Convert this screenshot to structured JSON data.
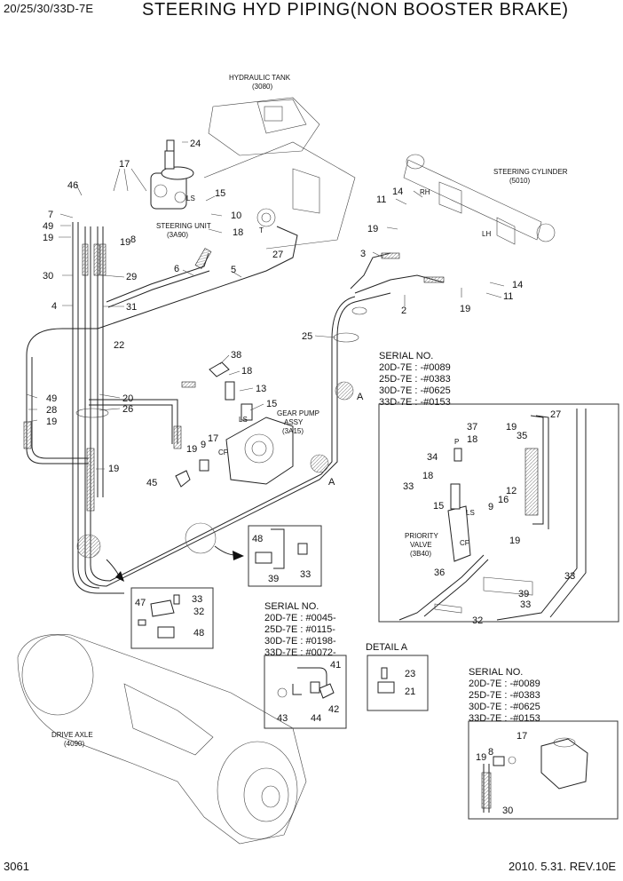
{
  "header": {
    "model": "20/25/30/33D-7E",
    "title": "STEERING HYD PIPING(NON BOOSTER BRAKE)"
  },
  "footer": {
    "page": "3061",
    "revision": "2010. 5.31.  REV.10E"
  },
  "components": {
    "hydraulic_tank": "HYDRAULIC TANK",
    "hydraulic_tank_ref": "(3080)",
    "steering_cylinder": "STEERING CYLINDER",
    "steering_cylinder_ref": "(5010)",
    "steering_unit": "STEERING UNIT",
    "steering_unit_ref": "(3A90)",
    "gear_pump_1": "GEAR PUMP",
    "gear_pump_2": "ASSY",
    "gear_pump_ref": "(3A15)",
    "priority_valve_1": "PRIORITY",
    "priority_valve_2": "VALVE",
    "priority_valve_ref": "(3B40)",
    "drive_axle": "DRIVE AXLE",
    "drive_axle_ref": "(4090)",
    "detail_a": "DETAIL A",
    "view_a1": "A",
    "view_a2": "A"
  },
  "port_labels": {
    "ls": "LS",
    "t": "T",
    "rh": "RH",
    "lh": "LH",
    "cf": "CF",
    "p": "P"
  },
  "serial_blocks": [
    {
      "heading": "SERIAL NO.",
      "lines": [
        "20D-7E : -#0089",
        "25D-7E : -#0383",
        "30D-7E : -#0625",
        "33D-7E : -#0153"
      ]
    },
    {
      "heading": "SERIAL NO.",
      "lines": [
        "20D-7E : #0045-",
        "25D-7E : #0115-",
        "30D-7E : #0198-",
        "33D-7E : #0072-"
      ]
    },
    {
      "heading": "SERIAL NO.",
      "lines": [
        "20D-7E :  -#0089",
        "25D-7E : -#0383",
        "30D-7E : -#0625",
        "33D-7E : -#0153"
      ]
    }
  ],
  "callouts": {
    "c24": "24",
    "c17": "17",
    "c46": "46",
    "c7": "7",
    "c49a": "49",
    "c19a": "19",
    "c19b": "19",
    "c8": "8",
    "c15a": "15",
    "c10": "10",
    "c18a": "18",
    "c27a": "27",
    "c30": "30",
    "c29": "29",
    "c4": "4",
    "c31": "31",
    "c6": "6",
    "c5": "5",
    "c22": "22",
    "c20": "20",
    "c26": "26",
    "c49b": "49",
    "c28": "28",
    "c19c": "19",
    "c19d": "19",
    "c38": "38",
    "c18b": "18",
    "c13": "13",
    "c15b": "15",
    "c19e": "19",
    "c9a": "9",
    "c17b": "17",
    "c45": "45",
    "c14a": "14",
    "c11a": "11",
    "c19f": "19",
    "c3": "3",
    "c2": "2",
    "c14b": "14",
    "c11b": "11",
    "c19g": "19",
    "c25": "25",
    "c37": "37",
    "c18c": "18",
    "c34": "34",
    "c19h": "19",
    "c27b": "27",
    "c35": "35",
    "c18d": "18",
    "c33a": "33",
    "c15c": "15",
    "c9b": "9",
    "c16": "16",
    "c12": "12",
    "c19i": "19",
    "c36": "36",
    "c33b": "33",
    "c39a": "39",
    "c33c": "33",
    "c32a": "32",
    "c48a": "48",
    "c39b": "39",
    "c33d": "33",
    "c47": "47",
    "c33e": "33",
    "c32b": "32",
    "c48b": "48",
    "c41": "41",
    "c43": "43",
    "c44": "44",
    "c42": "42",
    "c23": "23",
    "c21": "21",
    "c17c": "17",
    "c19j": "19",
    "c8b": "8",
    "c30b": "30"
  },
  "colors": {
    "line": "#222222",
    "background": "#ffffff"
  }
}
